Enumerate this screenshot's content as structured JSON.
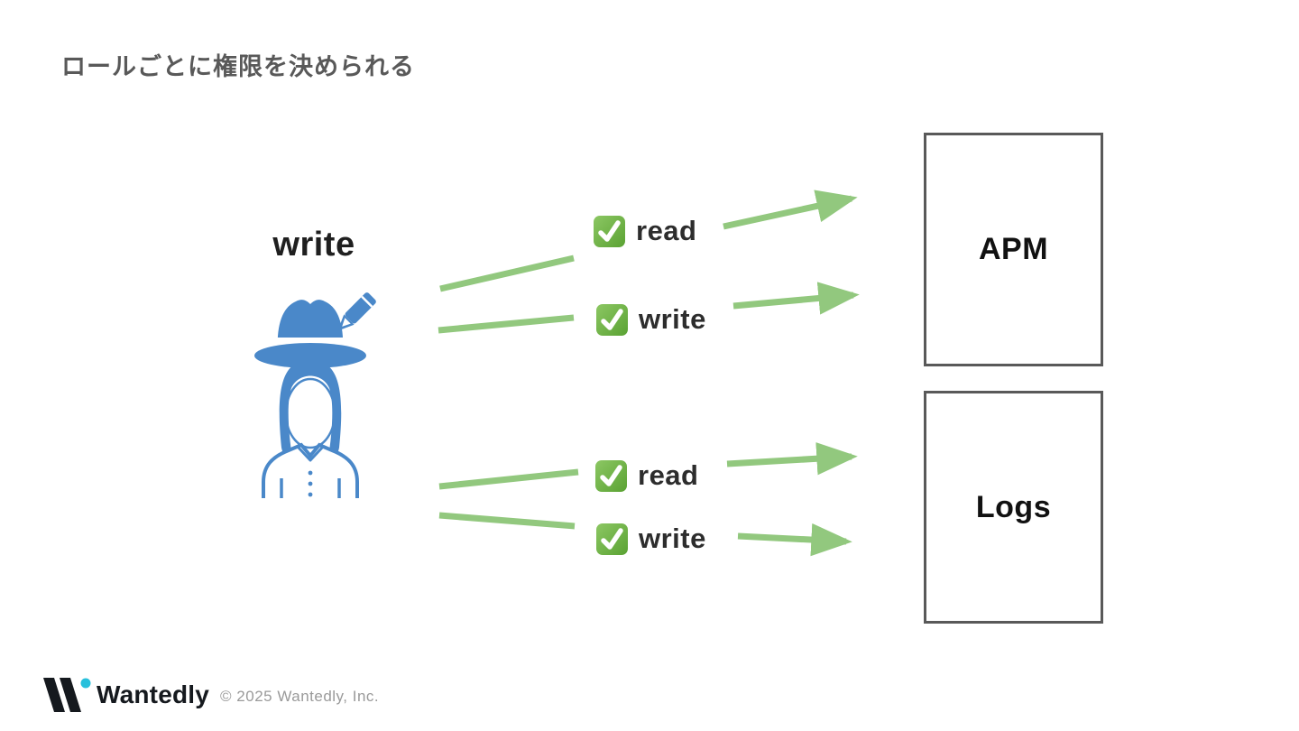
{
  "slide": {
    "title": "ロールごとに権限を決められる",
    "role_label": "write",
    "permissions": [
      {
        "target": "APM",
        "icon": "check-box",
        "label": "read"
      },
      {
        "target": "APM",
        "icon": "check-box",
        "label": "write"
      },
      {
        "target": "Logs",
        "icon": "check-box",
        "label": "read"
      },
      {
        "target": "Logs",
        "icon": "check-box",
        "label": "write"
      }
    ],
    "targets": [
      {
        "label": "APM"
      },
      {
        "label": "Logs"
      }
    ]
  },
  "footer": {
    "brand": "Wantedly",
    "copyright": "© 2025 Wantedly, Inc."
  },
  "colors": {
    "arrow_green": "#92c87e",
    "check_green_light": "#8cc763",
    "check_green_dark": "#5aa233",
    "person_blue": "#4a88c9",
    "title_gray": "#595959",
    "box_border_gray": "#595959",
    "label_dark": "#2d2d2d",
    "brand_black": "#15191e",
    "accent_cyan": "#28c0dc",
    "copyright_gray": "#9a9a9a"
  }
}
